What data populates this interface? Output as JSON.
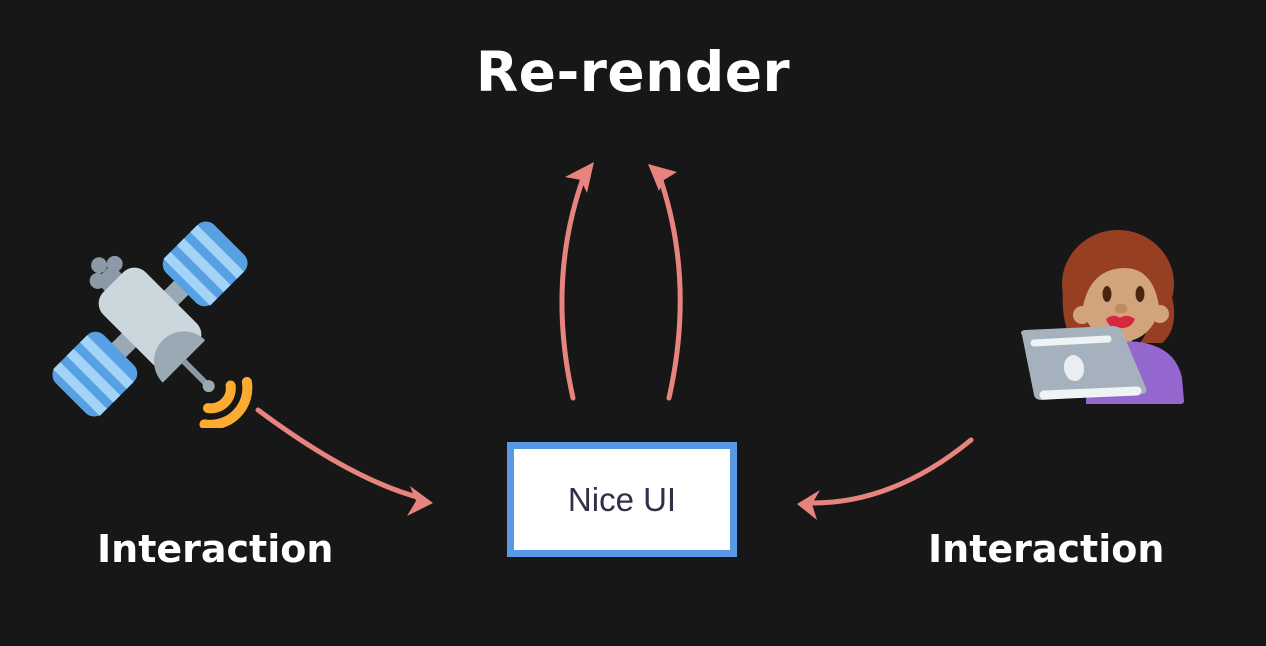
{
  "diagram": {
    "title": "Re-render",
    "center_box": {
      "label": "Nice UI"
    },
    "left_label": "Interaction",
    "right_label": "Interaction",
    "icons": {
      "left": "satellite-icon",
      "right": "woman-technologist-icon"
    },
    "arrows": [
      {
        "name": "re-render-arrow-left",
        "from": "nice-ui-box",
        "to": "re-render-title",
        "direction": "up"
      },
      {
        "name": "re-render-arrow-right",
        "from": "nice-ui-box",
        "to": "re-render-title",
        "direction": "up"
      },
      {
        "name": "interaction-arrow-left",
        "from": "satellite",
        "to": "nice-ui-box",
        "direction": "down-right"
      },
      {
        "name": "interaction-arrow-right",
        "from": "woman-technologist",
        "to": "nice-ui-box",
        "direction": "down-left"
      }
    ],
    "colors": {
      "background": "#171717",
      "text": "#ffffff",
      "arrow": "#e8847e",
      "box_border": "#5898e4",
      "box_background": "#ffffff",
      "box_text": "#30304a"
    }
  }
}
